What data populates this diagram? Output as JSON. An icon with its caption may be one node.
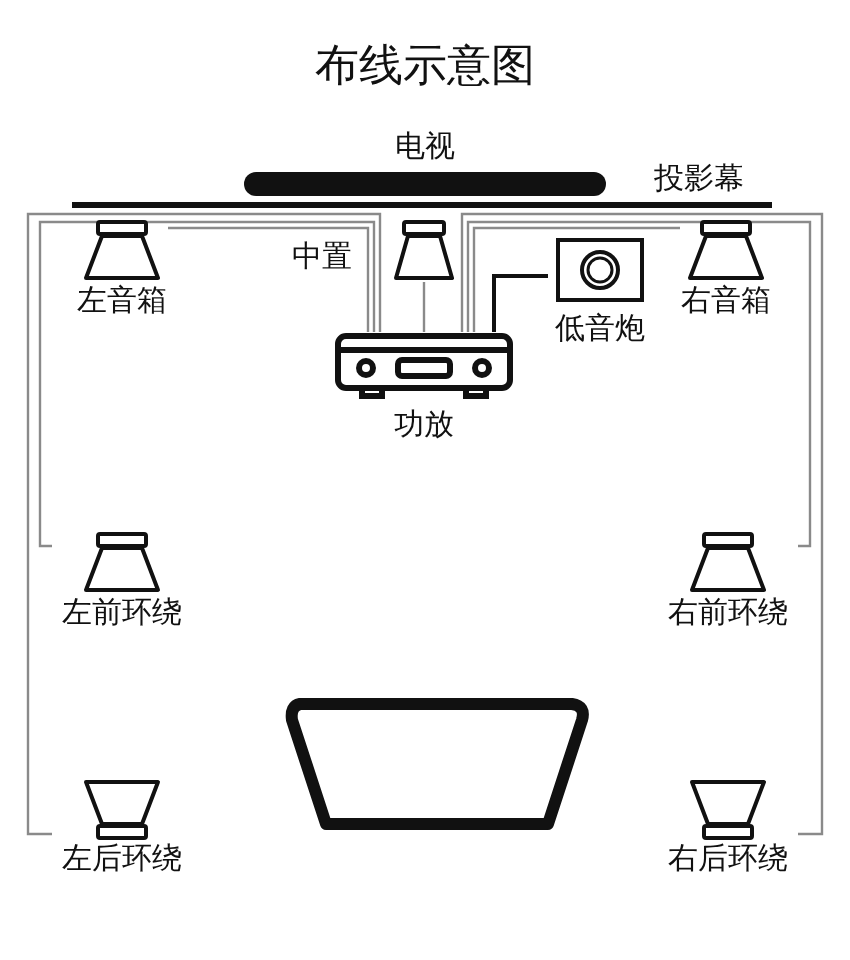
{
  "diagram": {
    "title": "布线示意图",
    "nodes": [
      {
        "text": [
          "电视"
        ]
      },
      {
        "text": [
          "投影幕"
        ]
      },
      {
        "text": [
          "左音箱"
        ]
      },
      {
        "text": [],
        "shape": "speaker",
        "beside": [
          "中置"
        ]
      },
      {
        "text": [
          "右音箱"
        ]
      },
      {
        "text": [
          "低音炮"
        ]
      },
      {
        "text": [
          "功放"
        ]
      },
      {
        "text": [
          "左前环绕"
        ]
      },
      {
        "text": [
          "右前环绕"
        ]
      },
      {
        "text": [
          "左后环绕"
        ]
      },
      {
        "text": [
          "右后环绕"
        ]
      }
    ],
    "edges": [
      {
        "from": 6,
        "to": 2,
        "arrow": "none"
      },
      {
        "from": 6,
        "to": 3,
        "arrow": "none"
      },
      {
        "from": 6,
        "to": 4,
        "arrow": "none"
      },
      {
        "from": 6,
        "to": 5,
        "arrow": "none",
        "color": "#111111"
      },
      {
        "from": 6,
        "to": 7,
        "arrow": "none"
      },
      {
        "from": 6,
        "to": 8,
        "arrow": "none"
      },
      {
        "from": 6,
        "to": 9,
        "arrow": "none"
      },
      {
        "from": 6,
        "to": 10,
        "arrow": "none"
      }
    ]
  }
}
